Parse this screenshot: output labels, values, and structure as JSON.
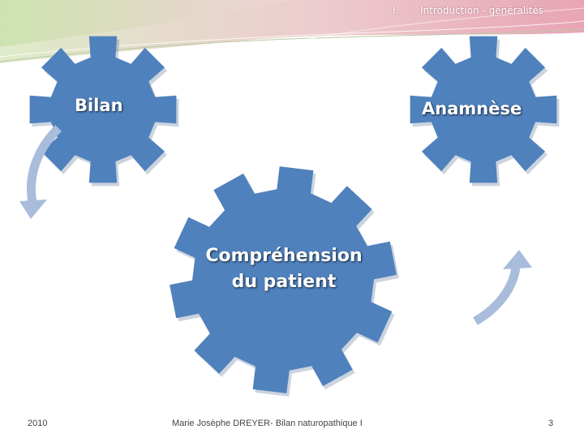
{
  "header": {
    "number": "I.",
    "title": "Introduction -  généralités"
  },
  "gears": {
    "bilan": "Bilan",
    "anamnese": "Anamnèse",
    "center_line1": "Compréhension",
    "center_line2": "du patient"
  },
  "footer": {
    "date": "2010",
    "author": "Marie Josèphe DREYER- Bilan naturopathique I",
    "page": "3"
  },
  "colors": {
    "gear": "#4f81bd",
    "arrow": "#a9bcdc",
    "header_band": "#e7a6b4",
    "header_green": "#c8e0a8"
  }
}
